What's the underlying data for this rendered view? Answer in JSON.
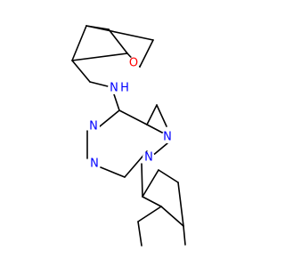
{
  "molecule": {
    "atoms": {
      "O1": {
        "label": "O",
        "color": "#ff0000"
      },
      "NH": {
        "label": "N",
        "color": "#0000ff"
      },
      "H": {
        "label": "H",
        "color": "#0000ff"
      },
      "N5": {
        "label": "N",
        "color": "#0000ff"
      },
      "N7": {
        "label": "N",
        "color": "#0000ff"
      },
      "N2": {
        "label": "N",
        "color": "#0000ff"
      },
      "N1": {
        "label": "N",
        "color": "#0000ff"
      }
    },
    "bond_color": "#000000"
  }
}
